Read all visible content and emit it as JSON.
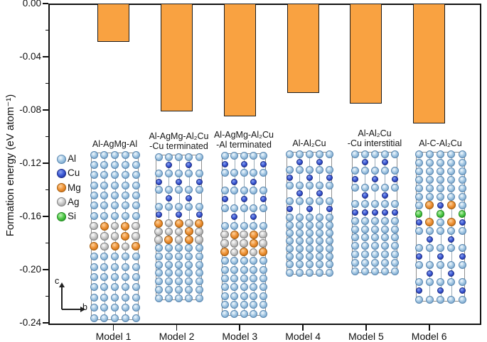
{
  "figure": {
    "background": "#ffffff"
  },
  "y_axis": {
    "title": "Formation energy (eV atom⁻¹)",
    "tick_labels": [
      "0.00",
      "-0.04",
      "-0.08",
      "-0.12",
      "-0.16",
      "-0.20",
      "-0.24"
    ],
    "tick_values": [
      0,
      -0.04,
      -0.08,
      -0.12,
      -0.16,
      -0.2,
      -0.24
    ],
    "minor_tick_step": 0.02,
    "range": [
      -0.24,
      0
    ]
  },
  "x_axis": {
    "tick_labels": [
      "Model 1",
      "Model 2",
      "Model 3",
      "Model 4",
      "Model 5",
      "Model 6"
    ]
  },
  "chart_data": {
    "type": "bar",
    "categories": [
      "Model 1",
      "Model 2",
      "Model 3",
      "Model 4",
      "Model 5",
      "Model 6"
    ],
    "values": [
      -0.029,
      -0.081,
      -0.085,
      -0.067,
      -0.075,
      -0.09
    ],
    "title": "",
    "xlabel": "",
    "ylabel": "Formation energy (eV atom⁻¹)",
    "ylim": [
      -0.24,
      0
    ],
    "bar_color": "#F9A241",
    "bar_edge_color": "#1c1c1c",
    "grid": false,
    "legend_position": "inside-upper-left"
  },
  "legend": {
    "items": [
      {
        "label": "Al",
        "code": "A"
      },
      {
        "label": "Cu",
        "code": "C"
      },
      {
        "label": "Mg",
        "code": "M"
      },
      {
        "label": "Ag",
        "code": "G"
      },
      {
        "label": "Si",
        "code": "S"
      }
    ]
  },
  "atom_styles": {
    "A": {
      "name": "Al",
      "color": "#8FBADC"
    },
    "C": {
      "name": "Cu",
      "color": "#2C4FD0"
    },
    "M": {
      "name": "Mg",
      "color": "#EE9435"
    },
    "G": {
      "name": "Ag",
      "color": "#BFBFBF"
    },
    "S": {
      "name": "Si",
      "color": "#3DC43D"
    }
  },
  "axis_arrows": {
    "vertical_label": "c",
    "horizontal_label": "b"
  },
  "structures": [
    {
      "label_lines": [
        "Al-AgMg-Al"
      ],
      "rows": [
        "AAAAA",
        "AAAAA",
        "AAAAA",
        "AAAAA",
        "AAAAA",
        "AAAAA",
        "AAAAA",
        "GMGMG",
        "GGGMG",
        "MGMGM",
        "AAAAA",
        "AAAAA",
        "AAAAA",
        "AAAAA",
        "AAAAA",
        "AAAAA",
        "AAAAA"
      ]
    },
    {
      "label_lines": [
        "Al-AgMg-Al₂Cu",
        "-Cu terminated"
      ],
      "rows": [
        "AAAAA",
        "-C-C-",
        "AAAAA",
        "C-C-C",
        "AAAAA",
        "-C-C-",
        "AAAAA",
        "C-C-C",
        "MGMGM",
        "GGGMG",
        "GMGMG",
        "AAAAA",
        "AAAAA",
        "AAAAA",
        "AAAAA",
        "AAAAA",
        "AAAAA",
        "AAAAA"
      ]
    },
    {
      "label_lines": [
        "Al-AgMg-Al₂Cu",
        "-Al terminated"
      ],
      "rows": [
        "AAAAA",
        "C-C-C",
        "AAAAA",
        "-C-C-",
        "AAAAA",
        "C-C-C",
        "AAAAA",
        "-C-C-",
        "AAAAA",
        "GMGMG",
        "GGGMG",
        "MGMGM",
        "AAAAA",
        "AAAAA",
        "AAAAA",
        "AAAAA",
        "AAAAA",
        "AAAAA",
        "AAAAA"
      ]
    },
    {
      "label_lines": [
        "Al-Al₂Cu"
      ],
      "rows": [
        "AAAAA",
        "-C-C-",
        "AAAAA",
        "C-C-C",
        "AAAAA",
        "-C-C-",
        "AAAAA",
        "C-C-C",
        "AAAAA",
        "AAAAA",
        "AAAAA",
        "AAAAA",
        "AAAAA",
        "AAAAA",
        "AAAAA",
        "AAAAA"
      ]
    },
    {
      "label_lines": [
        "Al-Al₂Cu",
        "-Cu interstitial"
      ],
      "rows": [
        "AAAAA",
        "-C-C-",
        "AAAAA",
        "C-C-C",
        "AAAAA",
        "-C-C-",
        "AAAAA",
        "CCCCC",
        "AAAAA",
        "AAAAA",
        "AAAAA",
        "AAAAA",
        "AAAAA",
        "AAAAA",
        "AAAAA"
      ]
    },
    {
      "label_lines": [
        "Al-C-Al₂Cu"
      ],
      "rows": [
        "AAAAA",
        "AAAAA",
        "AAAAA",
        "AAAAA",
        "AAAAA",
        "AAAAA",
        "AMCMA",
        "S-S-S",
        "CMAMC",
        "AAAAA",
        "-C-C-",
        "AAAAA",
        "C-C-C",
        "AAAAA",
        "-C-C-",
        "AAAAA",
        "C-C-C",
        "AAAAA"
      ]
    }
  ]
}
